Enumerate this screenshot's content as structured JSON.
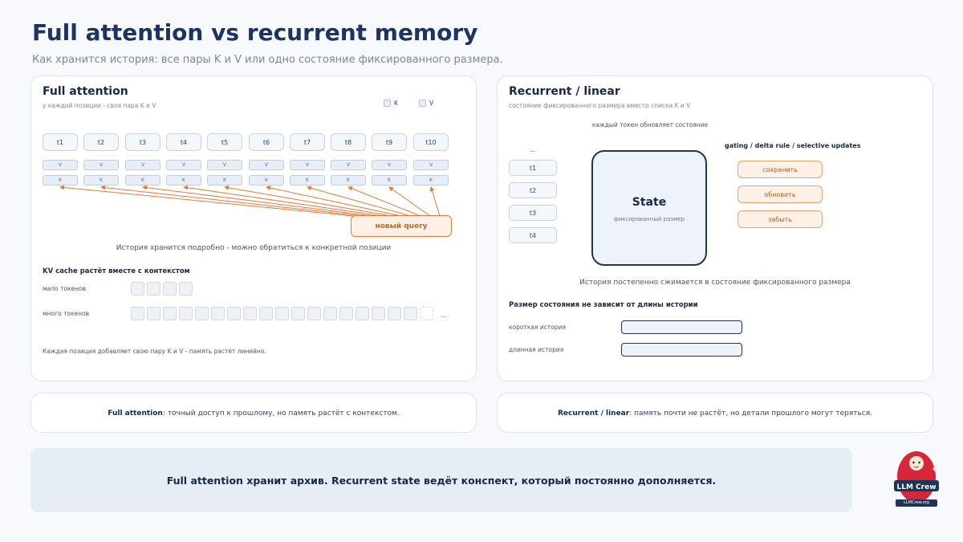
{
  "page": {
    "title": "Full attention vs recurrent memory",
    "subtitle": "Как хранится история: все пары K и V или одно состояние фиксированного размера."
  },
  "left": {
    "title": "Full attention",
    "subtitle": "у каждой позиции - своя пара K и V",
    "legend": {
      "k": "K",
      "v": "V"
    },
    "tokens": [
      "t1",
      "t2",
      "t3",
      "t4",
      "t5",
      "t6",
      "t7",
      "t8",
      "t9",
      "t10"
    ],
    "v_label": "V",
    "k_label": "K",
    "query": "новый query",
    "note": "История хранится подробно - можно обратиться к конкретной позиции",
    "cache_heading": "KV cache растёт вместе с контекстом",
    "few_tokens": "мало токенов",
    "few_count": 4,
    "many_tokens": "много токенов",
    "many_count": 18,
    "ellipsis": "...",
    "footer": "Каждая позиция добавляет свою пару K и V - память растёт линейно."
  },
  "right": {
    "title": "Recurrent / linear",
    "subtitle": "состояние фиксированного размера вместо списка K и V",
    "loop_label": "каждый токен обновляет состояние",
    "ellipsis": "...",
    "tokens": [
      "t1",
      "t2",
      "t3",
      "t4"
    ],
    "state_title": "State",
    "state_sub": "фиксированный размер",
    "gates_heading": "gating / delta rule / selective updates",
    "gates": [
      "сохранить",
      "обновить",
      "забыть"
    ],
    "note": "История постепенно сжимается в состояние фиксированного размера",
    "size_heading": "Размер состояния не зависит от длины истории",
    "short_history": "короткая история",
    "long_history": "длинная история"
  },
  "summaries": {
    "left_bold": "Full attention",
    "left_rest": ": точный доступ к прошлому, но память растёт с контекстом.",
    "right_bold": "Recurrent / linear",
    "right_rest": ": память почти не растёт, но детали прошлого могут теряться."
  },
  "bottom_banner": "Full attention хранит архив. Recurrent state ведёт конспект, который постоянно дополняется.",
  "logo": {
    "name": "LLM Crew",
    "url": "LLMCrew.org"
  },
  "colors": {
    "navy": "#1b3461",
    "orange": "#e07b39",
    "orange_fill": "#fdf0e5",
    "state_border": "#1f3558",
    "logo_red": "#d6263a"
  }
}
